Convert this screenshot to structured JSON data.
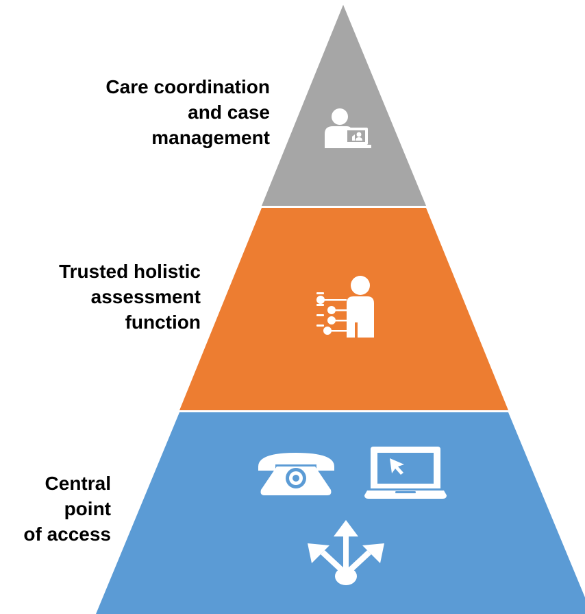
{
  "tiers": {
    "top": {
      "label_lines": [
        "Care coordination",
        "and case",
        "management"
      ],
      "color": "#a6a6a6",
      "icon": "person-at-laptop-icon"
    },
    "middle": {
      "label_lines": [
        "Trusted holistic",
        "assessment",
        "function"
      ],
      "color": "#ed7d31",
      "icon": "person-assessment-icon"
    },
    "bottom": {
      "label_lines": [
        "Central",
        "point",
        "of access"
      ],
      "color": "#5b9bd5",
      "icons": [
        "telephone-icon",
        "laptop-icon",
        "branching-arrows-icon"
      ]
    }
  },
  "icon_color": "#ffffff"
}
